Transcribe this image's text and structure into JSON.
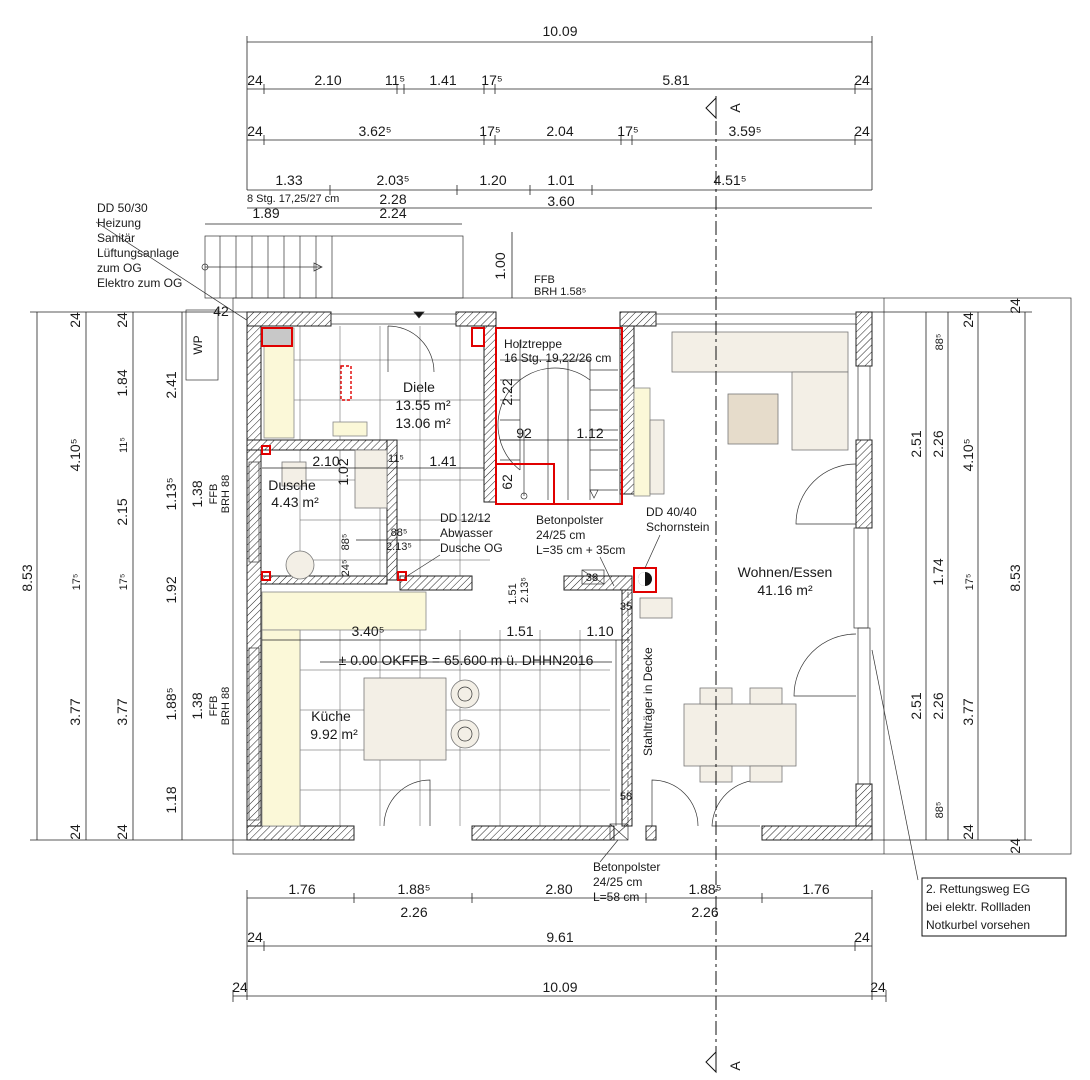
{
  "dims": {
    "top_total": "10.09",
    "row1": [
      "24",
      "2.10",
      "11⁵",
      "1.41",
      "17⁵",
      "5.81",
      "24"
    ],
    "row2": [
      "24",
      "3.62⁵",
      "17⁵",
      "2.04",
      "17⁵",
      "3.59⁵",
      "24"
    ],
    "row3": [
      "1.33",
      "2.03⁵",
      "1.20",
      "1.01",
      "4.51⁵"
    ],
    "stair_outer": [
      "8 Stg. 17,25/27 cm",
      "2.28",
      "3.60"
    ],
    "stair_top": [
      "1.89",
      "2.24"
    ],
    "stair_height": "1.00",
    "bottom_row1": [
      "1.76",
      "1.88⁵",
      "2.80",
      "1.88⁵",
      "1.76"
    ],
    "bottom_row2": [
      "2.26",
      "2.26"
    ],
    "bottom_row3": [
      "24",
      "9.61",
      "24"
    ],
    "bottom_total": [
      "24",
      "10.09",
      "24"
    ],
    "left_outer": "8.53",
    "left_a": [
      "24",
      "4.10⁵",
      "17⁵",
      "3.77",
      "24"
    ],
    "left_b": [
      "24",
      "1.84",
      "11⁵",
      "2.15",
      "17⁵",
      "3.77",
      "24"
    ],
    "left_c": [
      "2.41",
      "1.13⁵",
      "1.92",
      "1.88⁵",
      "1.18"
    ],
    "left_win": [
      "1.38",
      "1.38"
    ],
    "ffb_labels": [
      "FFB",
      "BRH 88",
      "FFB",
      "BRH 88"
    ],
    "right_outer": "8.53",
    "right_a": [
      "24",
      "4.10⁵",
      "17⁵",
      "3.77",
      "24"
    ],
    "right_b": [
      "88⁵",
      "2.26",
      "1.74",
      "2.26",
      "88⁵"
    ],
    "right_c": [
      "2.51",
      "2.51"
    ],
    "inner": [
      "42",
      "2.10",
      "11⁵",
      "1.41",
      "1.02",
      "88⁵",
      "24⁵",
      "88⁵",
      "2.13⁵",
      "1.51",
      "2.13⁵",
      "3.40⁵",
      "1.51",
      "1.10",
      "2.22",
      "92",
      "1.12",
      "62",
      "38",
      "35",
      "58"
    ]
  },
  "rooms": {
    "diele": {
      "name": "Diele",
      "area1": "13.55 m²",
      "area2": "13.06 m²"
    },
    "dusche": {
      "name": "Dusche",
      "area": "4.43 m²"
    },
    "kueche": {
      "name": "Küche",
      "area": "9.92 m²"
    },
    "wohnen": {
      "name": "Wohnen/Essen",
      "area": "41.16 m²"
    }
  },
  "labels": {
    "wp": "WP",
    "ffb": "FFB",
    "brh": "BRH 1.58⁵",
    "holztreppe1": "Holztreppe",
    "holztreppe2": "16 Stg. 19,22/26 cm",
    "okffb": "± 0.00 OKFFB = 65.600 m ü. DHHN2016",
    "stahltraeger": "Stahlträger in Decke",
    "section": "A"
  },
  "notes": {
    "dd50": [
      "DD 50/30",
      "Heizung",
      "Sanitär",
      "Lüftungsanlage",
      "zum OG",
      "Elektro zum OG"
    ],
    "dd12": [
      "DD 12/12",
      "Abwasser",
      "Dusche OG"
    ],
    "beton1": [
      "Betonpolster",
      "24/25 cm",
      "L=35 cm + 35cm"
    ],
    "dd40": [
      "DD 40/40",
      "Schornstein"
    ],
    "beton2": [
      "Betonpolster",
      "24/25 cm",
      "L=58 cm"
    ],
    "rettung": [
      "2. Rettungsweg EG",
      "bei elektr. Rollladen",
      "Notkurbel vorsehen"
    ]
  },
  "colors": {
    "wall_hatch": "#222222",
    "marker_red": "#e00000",
    "counter": "#fbf8d8",
    "furniture": "#f3efe6"
  }
}
